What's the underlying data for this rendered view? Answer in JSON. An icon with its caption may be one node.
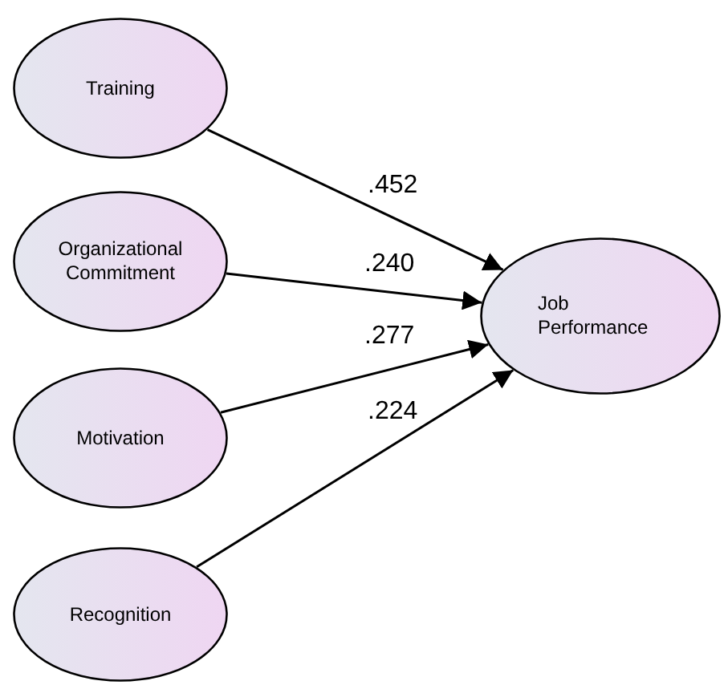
{
  "diagram": {
    "nodes": [
      {
        "text": [
          "Training"
        ]
      },
      {
        "text": [
          "Organizational Commitment"
        ]
      },
      {
        "text": [
          "Motivation"
        ]
      },
      {
        "text": [
          "Recognition"
        ]
      },
      {
        "text": [
          "Job Performance"
        ]
      }
    ],
    "edges": [
      {
        "from": 0,
        "to": 4,
        "arrow": "to",
        "label": ".452"
      },
      {
        "from": 1,
        "to": 4,
        "arrow": "to",
        "label": ".240"
      },
      {
        "from": 2,
        "to": 4,
        "arrow": "to",
        "label": ".277"
      },
      {
        "from": 3,
        "to": 4,
        "arrow": "to",
        "label": ".224"
      }
    ]
  }
}
